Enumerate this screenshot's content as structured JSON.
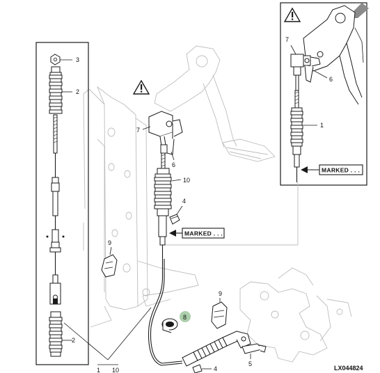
{
  "figure_ref": "LX044824",
  "marked_labels": {
    "main": "MARKED . . .",
    "inset": "MARKED . . ."
  },
  "callouts": {
    "left_panel_3": "3",
    "left_panel_2_top": "2",
    "left_panel_2_bottom": "2",
    "bottom_1": "1",
    "bottom_10": "10",
    "inset_7": "7",
    "inset_6": "6",
    "inset_1": "1",
    "main_7": "7",
    "main_6": "6",
    "main_10": "10",
    "main_4_upper": "4",
    "main_9_left": "9",
    "main_8": "8",
    "main_9_right": "9",
    "main_5": "5",
    "main_4_lower": "4"
  },
  "icons": [
    "warning-triangle-icon",
    "warning-triangle-icon",
    "pointer-arrow-icon"
  ],
  "colors": {
    "highlight_circle": "#9cc59c",
    "line": "#1a1a1a",
    "faint": "#bdbdbd"
  }
}
